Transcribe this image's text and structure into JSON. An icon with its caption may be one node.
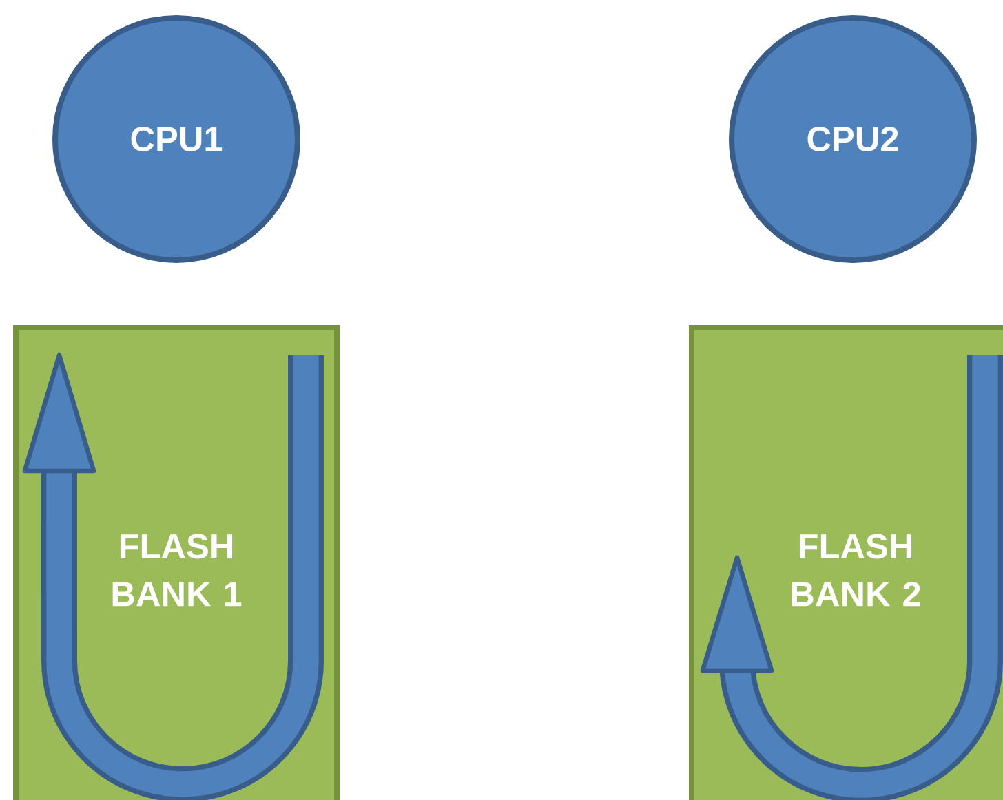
{
  "diagram": {
    "nodes": [
      {
        "text": [
          "CPU1"
        ]
      },
      {
        "text": [
          "CPU2"
        ]
      },
      {
        "text": [
          "FLASH BANK 1"
        ]
      },
      {
        "text": [
          "FLASH BANK 2"
        ]
      }
    ]
  }
}
